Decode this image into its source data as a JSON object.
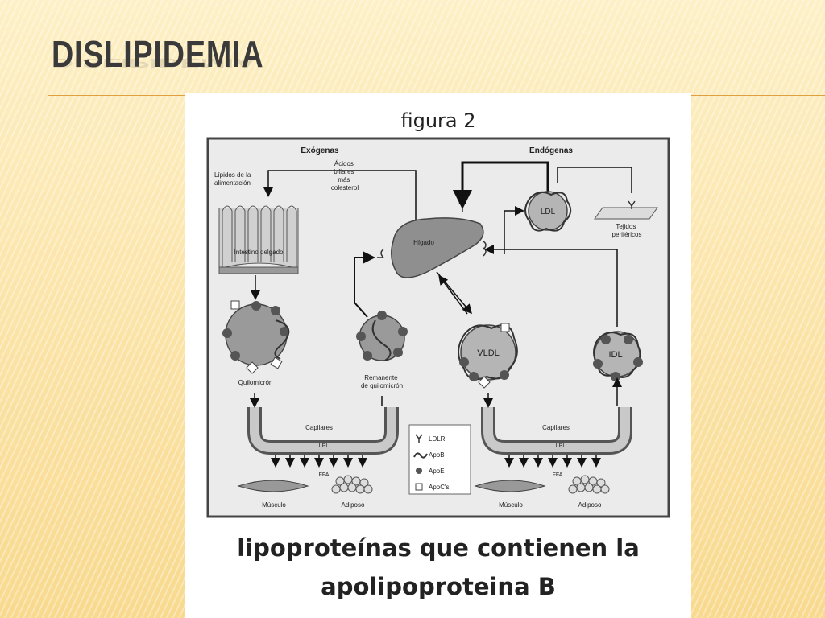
{
  "slide": {
    "title": "DISLIPIDEMIA",
    "figure_title": "figura 2",
    "caption_line1": "lipoproteínas que contienen la",
    "caption_line2": "apolipoproteina B"
  },
  "diagram": {
    "section_exogenous": "Exógenas",
    "section_endogenous": "Endógenas",
    "diet_lipids": [
      "Lípidos de la",
      "alimentación"
    ],
    "bile_acids": [
      "Ácidos",
      "biliares",
      "más",
      "colesterol"
    ],
    "small_intestine": "Intestino delgado",
    "liver": "Hígado",
    "ldl": "LDL",
    "peripheral_tissues": [
      "Tejidos",
      "periféricos"
    ],
    "chylomicron": "Quilomicrón",
    "chylomicron_remnant": [
      "Remanente",
      "de quilomicrón"
    ],
    "vldl": "VLDL",
    "idl": "IDL",
    "capillaries": "Capilares",
    "lpl": "LPL",
    "ffa": "FFA",
    "muscle": "Músculo",
    "adipose": "Adiposo",
    "legend": [
      "LDLR",
      "ApoB",
      "ApoE",
      "ApoC's"
    ]
  },
  "colors": {
    "background": "#fbe3a6",
    "rule": "#e0a040",
    "diagram_gray": "#8a8a8a",
    "dark": "#222222"
  }
}
